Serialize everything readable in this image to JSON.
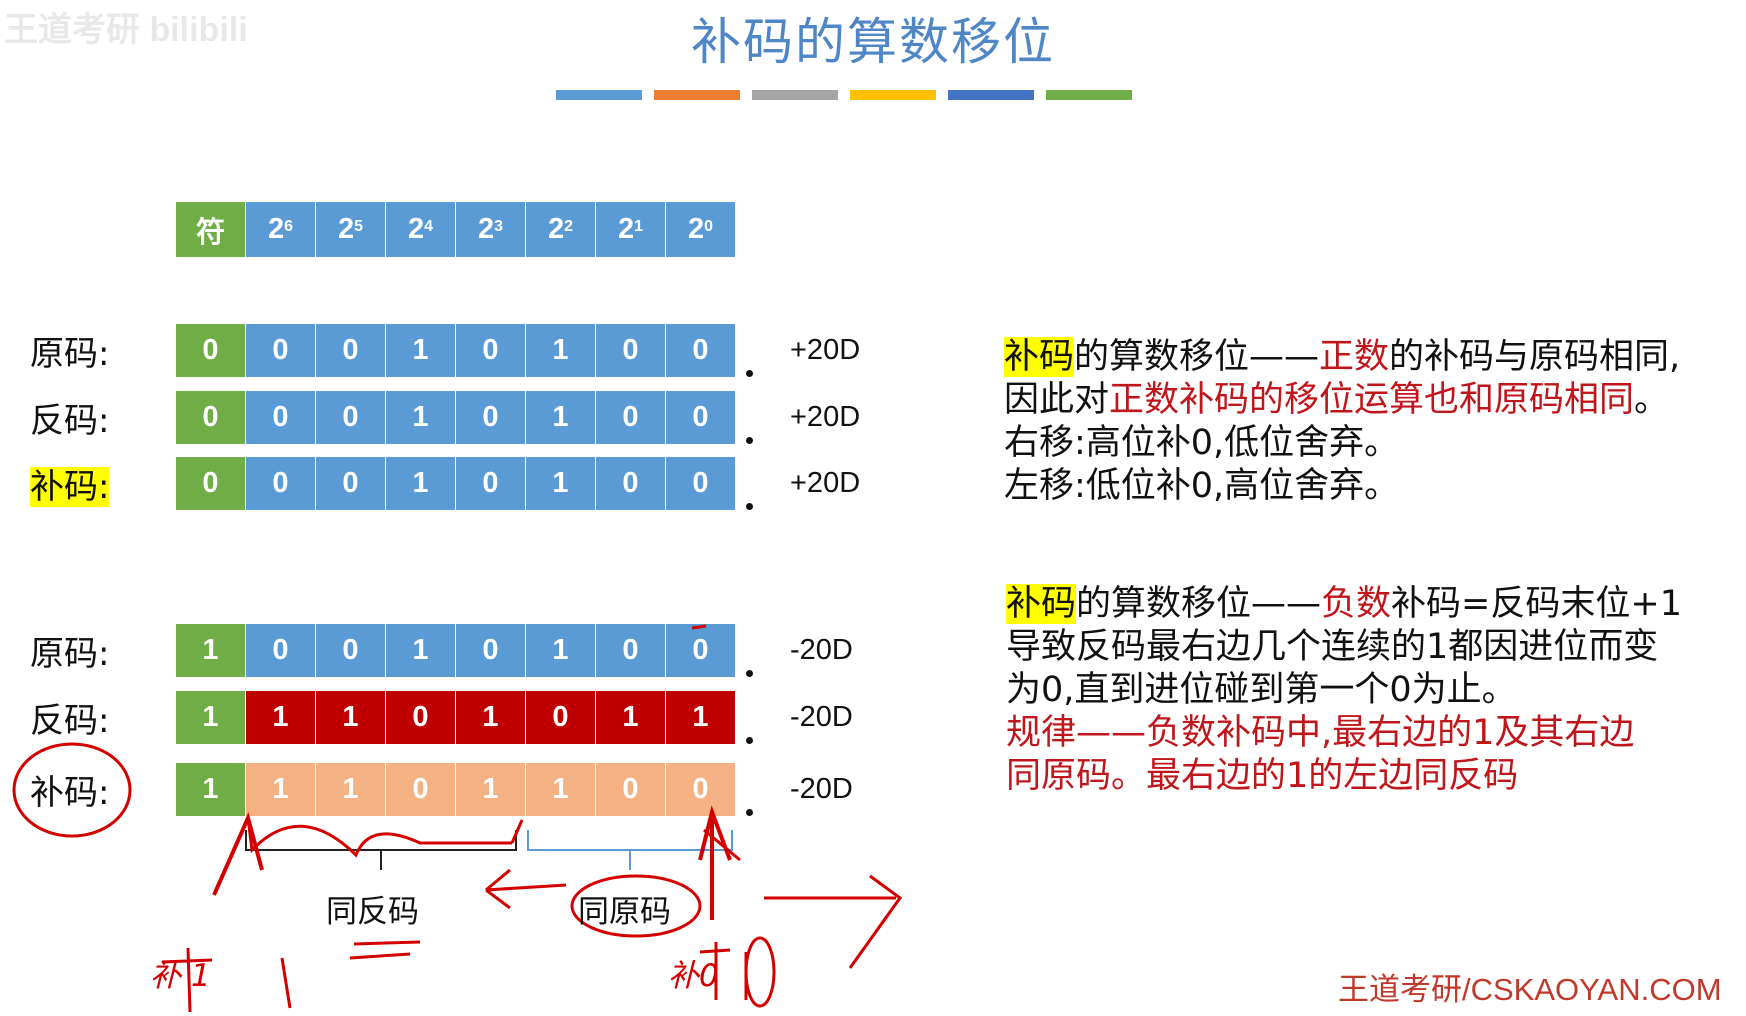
{
  "watermark": "王道考研 bilibili",
  "title": "补码的算数移位",
  "color_strip": [
    "#5b9bd5",
    "#ed7d31",
    "#a5a5a5",
    "#ffc000",
    "#4472c4",
    "#70ad47"
  ],
  "colors": {
    "sign_green": "#70ad47",
    "bit_blue": "#5b9bd5",
    "bit_dark_red": "#c00000",
    "bit_peach": "#f4b183",
    "highlight_yellow": "#ffff00",
    "text_red": "#c0161b"
  },
  "header": {
    "sign": "符",
    "powers": [
      {
        "base": "2",
        "exp": "6"
      },
      {
        "base": "2",
        "exp": "5"
      },
      {
        "base": "2",
        "exp": "4"
      },
      {
        "base": "2",
        "exp": "3"
      },
      {
        "base": "2",
        "exp": "2"
      },
      {
        "base": "2",
        "exp": "1"
      },
      {
        "base": "2",
        "exp": "0"
      }
    ]
  },
  "rows": [
    {
      "label": "原码:",
      "bits": [
        "0",
        "0",
        "0",
        "1",
        "0",
        "1",
        "0",
        "0"
      ],
      "value": "+20D",
      "highlight": false,
      "bit_style": "blue"
    },
    {
      "label": "反码:",
      "bits": [
        "0",
        "0",
        "0",
        "1",
        "0",
        "1",
        "0",
        "0"
      ],
      "value": "+20D",
      "highlight": false,
      "bit_style": "blue"
    },
    {
      "label": "补码:",
      "bits": [
        "0",
        "0",
        "0",
        "1",
        "0",
        "1",
        "0",
        "0"
      ],
      "value": "+20D",
      "highlight": true,
      "bit_style": "blue"
    },
    {
      "label": "原码:",
      "bits": [
        "1",
        "0",
        "0",
        "1",
        "0",
        "1",
        "0",
        "0"
      ],
      "value": "-20D",
      "highlight": false,
      "bit_style": "blue"
    },
    {
      "label": "反码:",
      "bits": [
        "1",
        "1",
        "1",
        "0",
        "1",
        "0",
        "1",
        "1"
      ],
      "value": "-20D",
      "highlight": false,
      "bit_style": "darkred"
    },
    {
      "label": "补码:",
      "bits": [
        "1",
        "1",
        "1",
        "0",
        "1",
        "1",
        "0",
        "0"
      ],
      "value": "-20D",
      "highlight": false,
      "bit_style": "peach"
    }
  ],
  "positive_note": {
    "line1_hl": "补码",
    "line1_a": "的算数移位——",
    "line1_red": "正数",
    "line1_b": "的补码与原码相同,",
    "line2_a": "因此对",
    "line2_red": "正数补码的移位运算也和原码相同",
    "line2_b": "。",
    "line3": "右移:高位补0,低位舍弃。",
    "line4": "左移:低位补0,高位舍弃。"
  },
  "negative_note": {
    "line1_hl": "补码",
    "line1_a": "的算数移位——",
    "line1_red": "负数",
    "line1_b": "补码=反码末位+1",
    "line2": "导致反码最右边几个连续的1都因进位而变",
    "line3": "为0,直到进位碰到第一个0为止。",
    "line4_red": "规律——负数补码中,最右边的1及其右边",
    "line5_red": "同原码。最右边的1的左边同反码"
  },
  "annotations": {
    "same_ones": "同反码",
    "same_orig": "同原码",
    "hw_left": "补 1",
    "hw_right": "补0"
  },
  "footer": "王道考研/CSKAOYAN.COM"
}
